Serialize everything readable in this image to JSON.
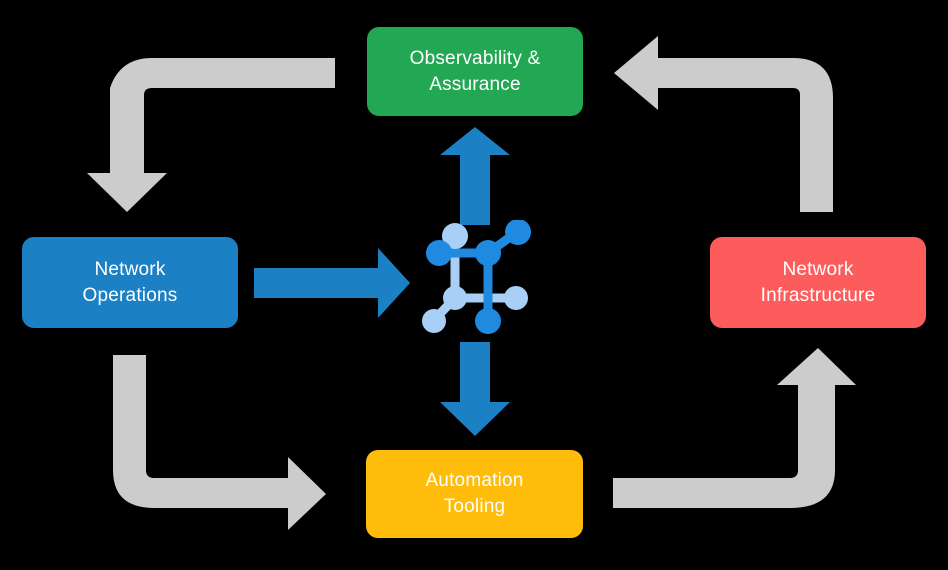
{
  "diagram": {
    "title_visible": false,
    "background_color": "#000000",
    "nodes": [
      {
        "id": "observability",
        "label": "Observability &\nAssurance",
        "color": "#22a752",
        "text_color": "#ffffff",
        "position": "top"
      },
      {
        "id": "operations",
        "label": "Network\nOperations",
        "color": "#1b80c4",
        "text_color": "#ffffff",
        "position": "left"
      },
      {
        "id": "infrastructure",
        "label": "Network\nInfrastructure",
        "color": "#fc5c5c",
        "text_color": "#ffffff",
        "position": "right"
      },
      {
        "id": "automation",
        "label": "Automation\nTooling",
        "color": "#ffbc0b",
        "text_color": "#ffffff",
        "position": "bottom"
      }
    ],
    "center_icon": {
      "name": "network-topology-icon",
      "color_primary": "#1f8ae0",
      "color_secondary": "#a8d0f7"
    },
    "blue_arrows": {
      "color": "#1b80c4",
      "items": [
        {
          "id": "operations-to-center",
          "direction": "right"
        },
        {
          "id": "center-to-observability",
          "direction": "up"
        },
        {
          "id": "center-to-automation",
          "direction": "down"
        }
      ]
    },
    "gray_arrows": {
      "color": "#cccccc",
      "items": [
        {
          "id": "observability-to-operations",
          "direction": "left-then-down"
        },
        {
          "id": "infrastructure-to-observability",
          "direction": "up-then-left"
        },
        {
          "id": "operations-to-automation",
          "direction": "down-then-right"
        },
        {
          "id": "automation-to-infrastructure",
          "direction": "right-then-up"
        }
      ]
    }
  }
}
